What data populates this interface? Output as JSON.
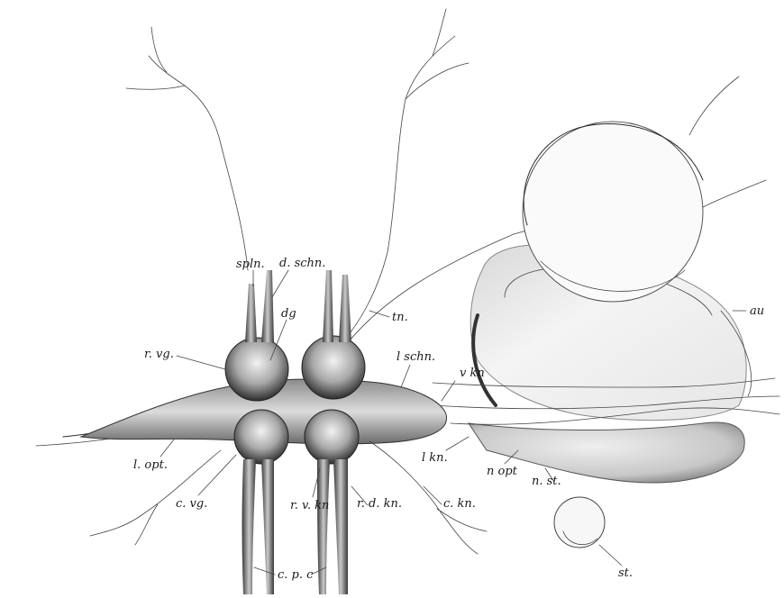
{
  "labels": {
    "spln": "spln.",
    "dschn": "d. schn.",
    "dg": "dg",
    "tn": "tn.",
    "rvg": "r. vg.",
    "lschn": "l schn.",
    "vkn": "v kn",
    "au": "au",
    "lopt": "l. opt.",
    "lkn": "l kn.",
    "nopt": "n opt",
    "nst": "n. st.",
    "cvg": "c. vg.",
    "rvkn": "r. v. kn",
    "rdkn": "r. d. kn.",
    "ckn": "c. kn.",
    "cpc": "c. p. c",
    "st": "st."
  }
}
